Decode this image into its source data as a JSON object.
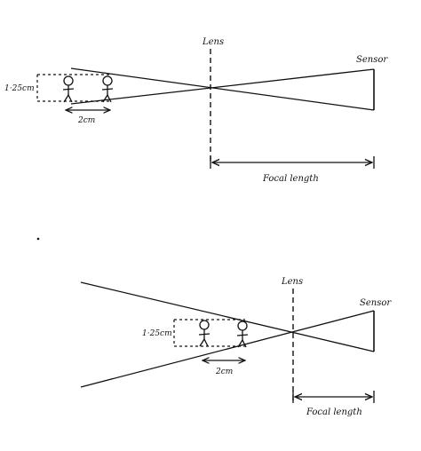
{
  "diagrams": [
    {
      "lens_label": "Lens",
      "sensor_label": "Sensor",
      "height_label": "1·25cm",
      "width_label": "2cm",
      "focal_label": "Focal length"
    },
    {
      "lens_label": "Lens",
      "sensor_label": "Sensor",
      "height_label": "1·25cm",
      "width_label": "2cm",
      "focal_label": "Focal length"
    }
  ],
  "colors": {
    "ink": "#111111",
    "background": "#ffffff"
  }
}
